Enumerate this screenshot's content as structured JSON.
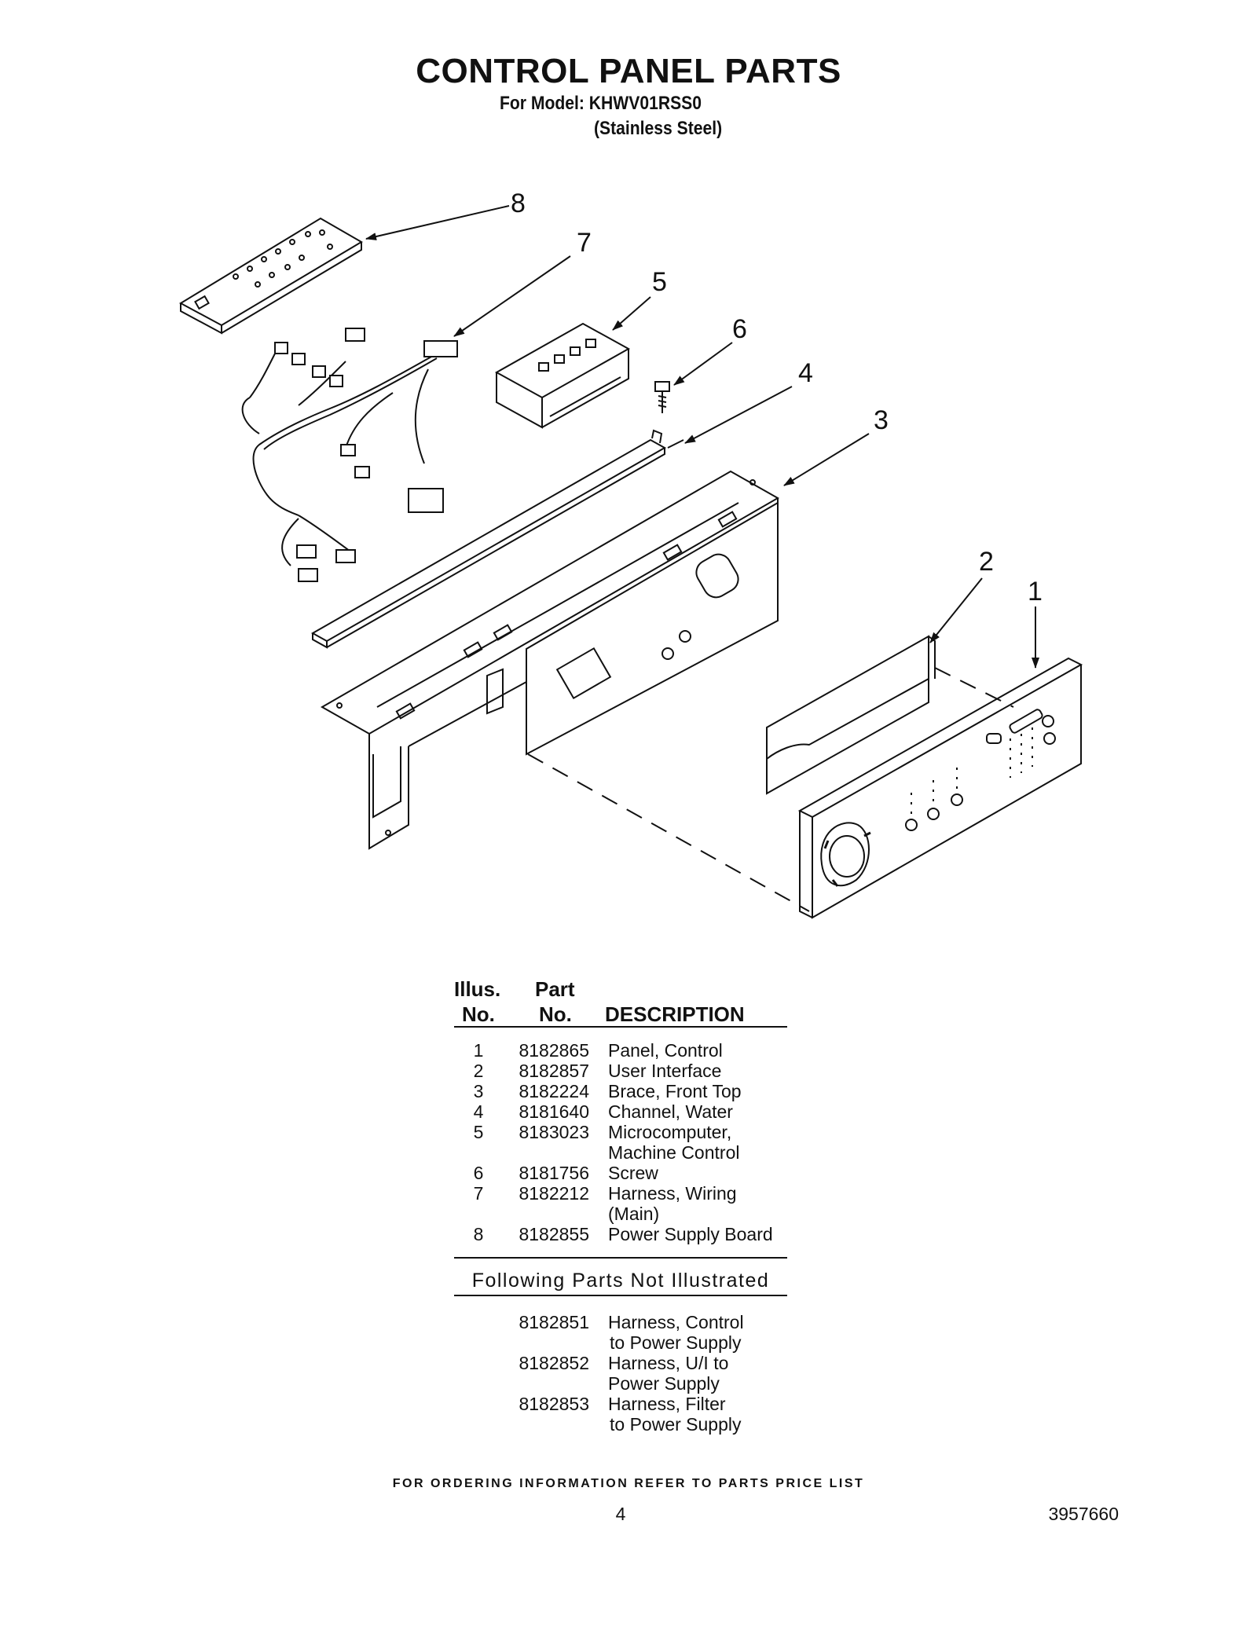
{
  "header": {
    "title": "CONTROL PANEL PARTS",
    "model_line": "For Model: KHWV01RSS0",
    "finish": "(Stainless Steel)"
  },
  "diagram": {
    "callouts": [
      "8",
      "7",
      "5",
      "6",
      "4",
      "3",
      "2",
      "1"
    ]
  },
  "parts_table": {
    "headers": {
      "illus_top": "Illus.",
      "illus_bottom": "No.",
      "part_top": "Part",
      "part_bottom": "No.",
      "description": "DESCRIPTION"
    },
    "rows": [
      {
        "illus": "1",
        "part": "8182865",
        "desc": "Panel, Control",
        "desc2": ""
      },
      {
        "illus": "2",
        "part": "8182857",
        "desc": "User Interface",
        "desc2": ""
      },
      {
        "illus": "3",
        "part": "8182224",
        "desc": "Brace, Front Top",
        "desc2": ""
      },
      {
        "illus": "4",
        "part": "8181640",
        "desc": "Channel, Water",
        "desc2": ""
      },
      {
        "illus": "5",
        "part": "8183023",
        "desc": "Microcomputer,",
        "desc2": "Machine Control"
      },
      {
        "illus": "6",
        "part": "8181756",
        "desc": "Screw",
        "desc2": ""
      },
      {
        "illus": "7",
        "part": "8182212",
        "desc": "Harness, Wiring",
        "desc2": "(Main)"
      },
      {
        "illus": "8",
        "part": "8182855",
        "desc": "Power Supply Board",
        "desc2": ""
      }
    ],
    "not_illustrated_heading": "Following Parts Not Illustrated",
    "not_illustrated": [
      {
        "part": "8182851",
        "desc": "Harness, Control",
        "desc2": "to Power Supply"
      },
      {
        "part": "8182852",
        "desc": "Harness, U/I to",
        "desc2": "Power Supply"
      },
      {
        "part": "8182853",
        "desc": "Harness, Filter",
        "desc2": "to Power Supply"
      }
    ]
  },
  "footer": {
    "ordering_note": "FOR ORDERING INFORMATION REFER TO PARTS PRICE LIST",
    "page_number": "4",
    "document_number": "3957660"
  }
}
